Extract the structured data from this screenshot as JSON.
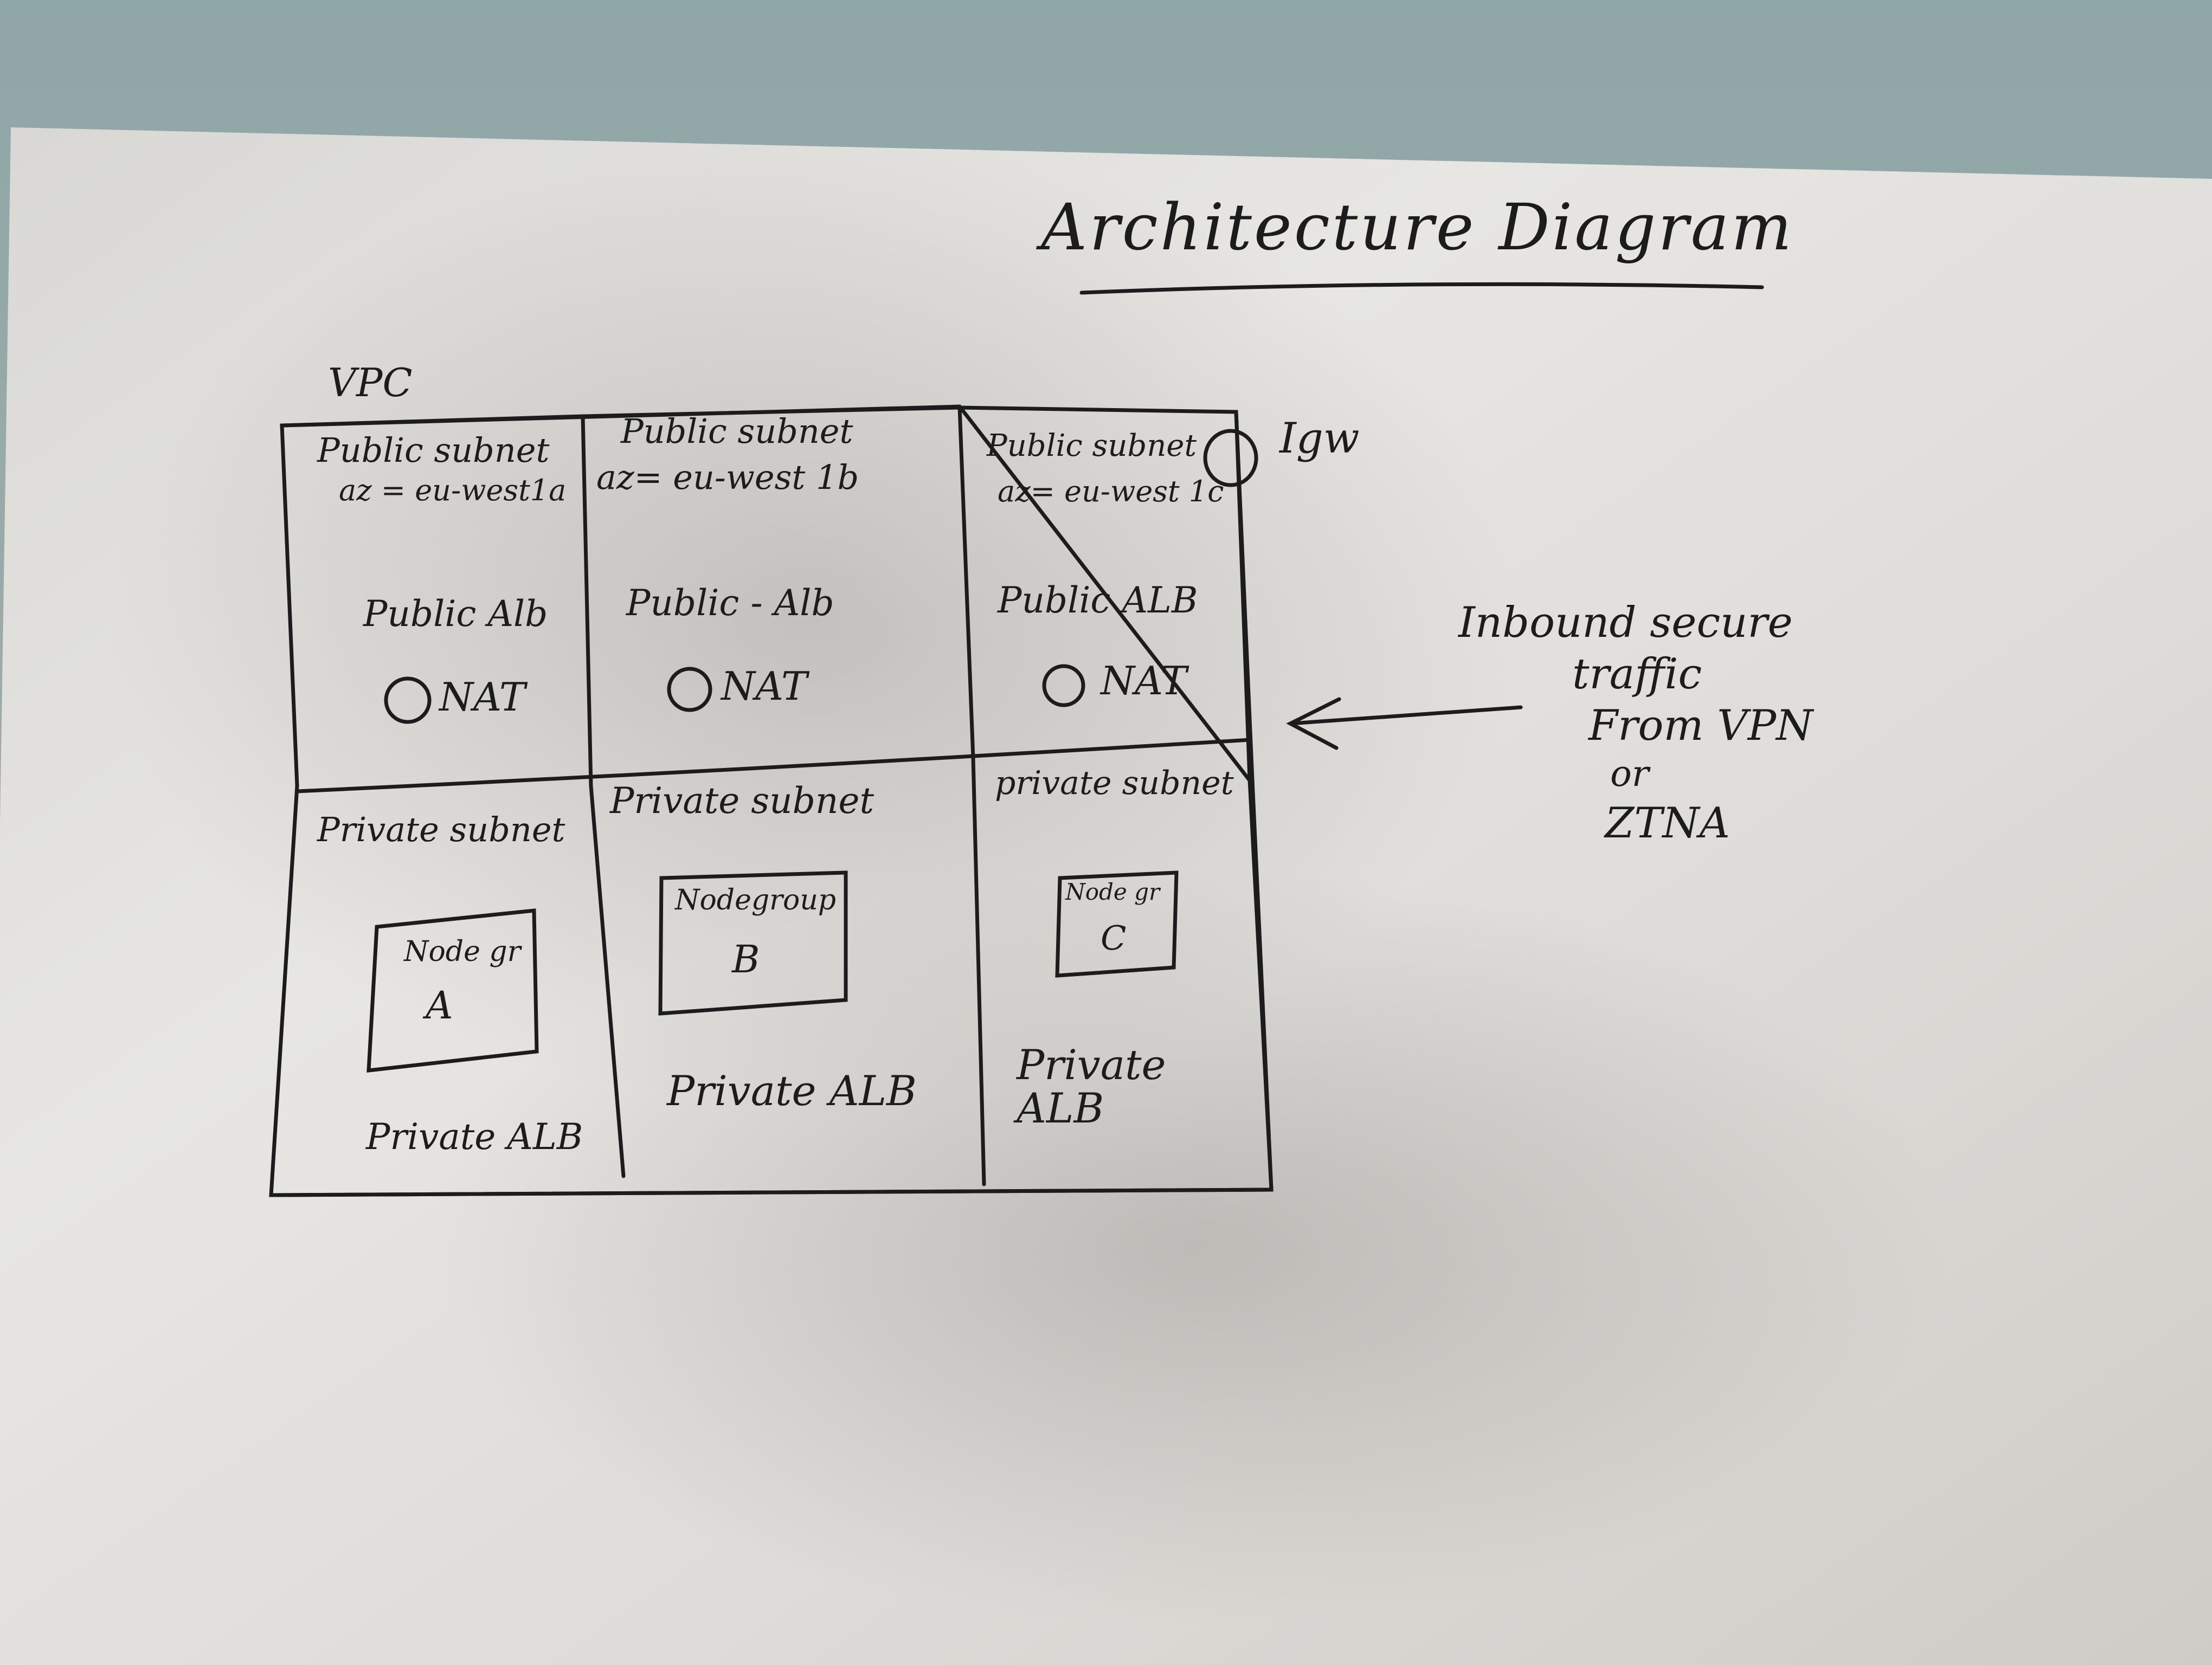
{
  "title": "Architecture Diagram",
  "vpc_label": "VPC",
  "igw_label": "Igw",
  "public_subnets": [
    {
      "title": "Public subnet",
      "az": "az = eu-west1a",
      "alb": "Public Alb",
      "nat": "NAT"
    },
    {
      "title": "Public subnet",
      "az": "az= eu-west 1b",
      "alb": "Public - Alb",
      "nat": "NAT"
    },
    {
      "title": "Public subnet",
      "az": "az= eu-west 1c",
      "alb": "Public ALB",
      "nat": "NAT"
    }
  ],
  "private_subnets": [
    {
      "title": "Private subnet",
      "nodegroup_label": "Node gr",
      "nodegroup_id": "A",
      "alb": "Private ALB"
    },
    {
      "title": "Private subnet",
      "nodegroup_label": "Nodegroup",
      "nodegroup_id": "B",
      "alb": "Private ALB"
    },
    {
      "title": "private subnet",
      "nodegroup_label": "Node gr",
      "nodegroup_id": "C",
      "alb": "Private ALB"
    }
  ],
  "inbound_note": {
    "line1": "Inbound secure",
    "line2": "traffic",
    "line3": "From VPN",
    "line4": "or",
    "line5": "ZTNA"
  },
  "colors": {
    "ink": "#1c1c1c",
    "paper": "#ecebe8",
    "wall": "#94aaac"
  }
}
